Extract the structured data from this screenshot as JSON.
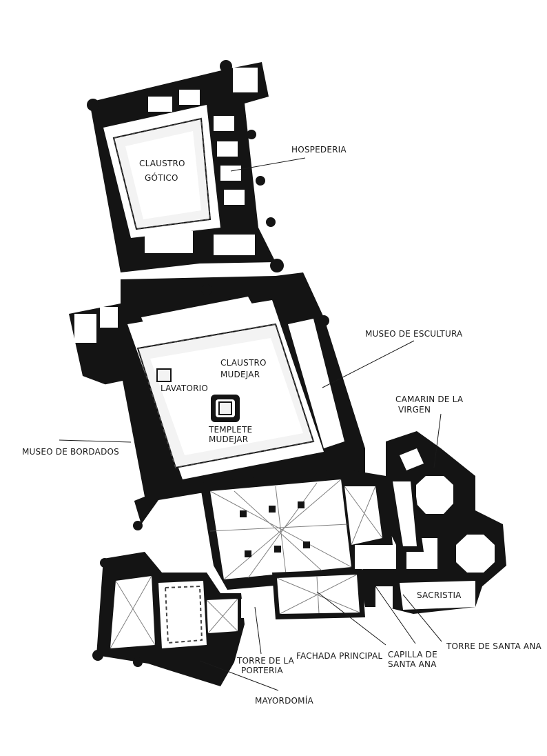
{
  "labels": {
    "claustro_gotico_line1": "CLAUSTRO",
    "claustro_gotico_line2": "GÓTICO",
    "hospederia": "HOSPEDERIA",
    "museo_escultura": "MUSEO DE ESCULTURA",
    "claustro_mudejar_line1": "CLAUSTRO",
    "claustro_mudejar_line2": "MUDEJAR",
    "lavatorio": "LAVATORIO",
    "templete_line1": "TEMPLETE",
    "templete_line2": "MUDEJAR",
    "camarin_line1": "CAMARIN DE LA",
    "camarin_line2": "VIRGEN",
    "museo_bordados": "MUSEO DE BORDADOS",
    "sacristia": "SACRISTIA",
    "torre_santa_ana": "TORRE DE SANTA ANA",
    "fachada_principal": "FACHADA PRINCIPAL",
    "capilla_line1": "CAPILLA DE",
    "capilla_line2": "SANTA ANA",
    "torre_porteria_line1": "TORRE DE LA",
    "torre_porteria_line2": "PORTERIA",
    "mayordomia": "MAYORDOMÍA"
  }
}
